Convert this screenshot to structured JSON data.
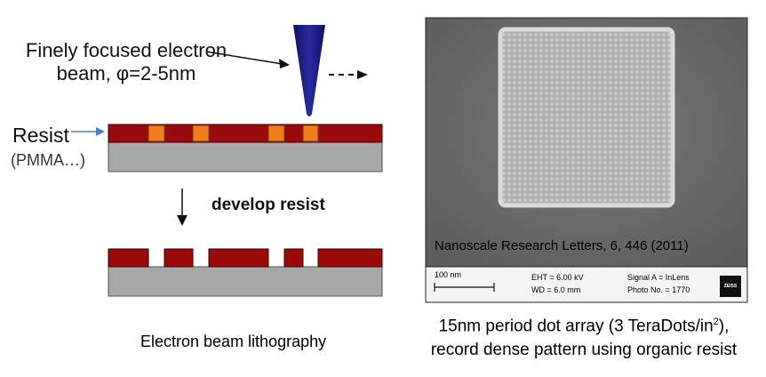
{
  "labels": {
    "beam_line1": "Finely focused electron",
    "beam_line2": "beam, φ=2-5nm",
    "resist": "Resist",
    "pmma": "(PMMA…)",
    "develop": "develop resist",
    "caption_left": "Electron beam lithography",
    "caption_right_line1_pre": "15nm period dot array (3 TeraDots/in",
    "caption_right_sup": "2",
    "caption_right_line1_post": "),",
    "caption_right_line2": "record dense pattern using organic resist"
  },
  "sem": {
    "citation": "Nanoscale Research Letters, 6, 446 (2011)",
    "scale_bar": "100 nm",
    "eht": "EHT = 6.00 kV",
    "wd": "WD = 6.0 mm",
    "signal": "Signal A = InLens",
    "photo_no": "Photo No. = 1770",
    "logo": "ZEISS"
  },
  "colors": {
    "resist": "#9b0a0a",
    "exposed": "#f07d1c",
    "substrate": "#a8a8a8",
    "beam": "#1a1a8a",
    "sem_background": "#6e6e6e",
    "arrow_blue": "#4a7ec0"
  }
}
